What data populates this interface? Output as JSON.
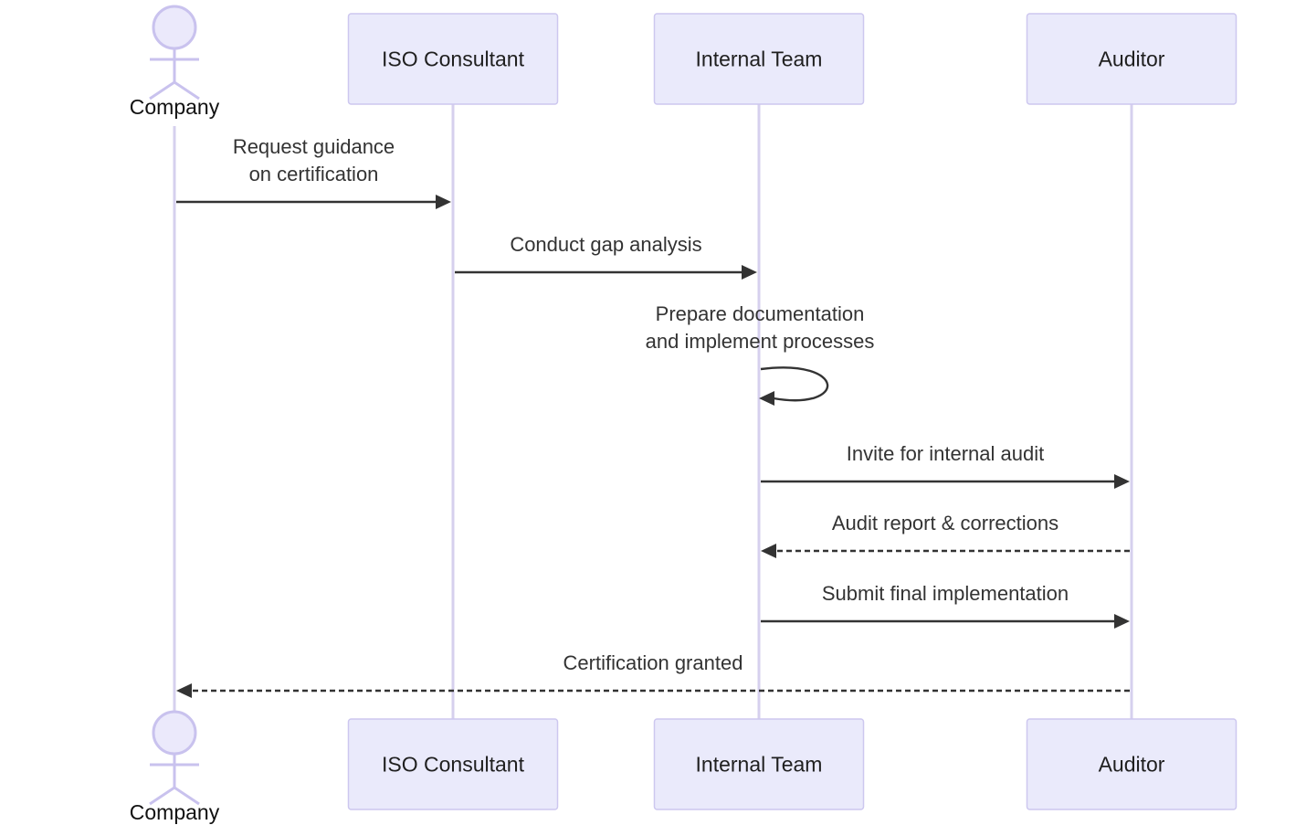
{
  "diagram": {
    "type": "sequence",
    "participants": [
      {
        "id": "company",
        "label": "Company",
        "kind": "actor"
      },
      {
        "id": "consultant",
        "label": "ISO Consultant",
        "kind": "participant"
      },
      {
        "id": "team",
        "label": "Internal Team",
        "kind": "participant"
      },
      {
        "id": "auditor",
        "label": "Auditor",
        "kind": "participant"
      }
    ],
    "messages": [
      {
        "from": "company",
        "to": "consultant",
        "lines": [
          "Request guidance",
          "on certification"
        ],
        "style": "solid"
      },
      {
        "from": "consultant",
        "to": "team",
        "lines": [
          "Conduct gap analysis"
        ],
        "style": "solid"
      },
      {
        "from": "team",
        "to": "team",
        "lines": [
          "Prepare documentation",
          "and implement processes"
        ],
        "style": "solid"
      },
      {
        "from": "team",
        "to": "auditor",
        "lines": [
          "Invite for internal audit"
        ],
        "style": "solid"
      },
      {
        "from": "auditor",
        "to": "team",
        "lines": [
          "Audit report & corrections"
        ],
        "style": "dashed"
      },
      {
        "from": "team",
        "to": "auditor",
        "lines": [
          "Submit final implementation"
        ],
        "style": "solid"
      },
      {
        "from": "auditor",
        "to": "company",
        "lines": [
          "Certification granted"
        ],
        "style": "dashed"
      }
    ],
    "colors": {
      "participant_fill": "#eaeafb",
      "participant_border": "#cdc7ef",
      "lifeline": "#d6d0ee",
      "message": "#333333"
    }
  }
}
